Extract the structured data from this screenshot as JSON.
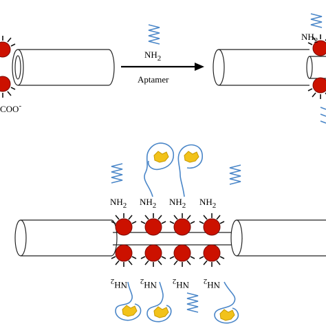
{
  "labels": {
    "cooh_top": "",
    "coo_bottom": "COO",
    "coo_charge": "-",
    "reagent_amine": "NH",
    "reagent_amine_sub": "2",
    "arrow_label": "Aptamer",
    "product_amine": "NH",
    "product_amine_sub": "2",
    "assembly_amines": [
      "NH",
      "NH",
      "NH",
      "NH"
    ],
    "assembly_amine_sub": "2",
    "assembly_amines_flipped": [
      "NH",
      "NH",
      "NH",
      "NH"
    ],
    "assembly_amine_flipped_sub": "2"
  },
  "colors": {
    "particle": "#cc1100",
    "particle_edge": "#7a0a00",
    "aptamer": "#4a86c8",
    "target_fill": "#f2c21a",
    "target_edge": "#c89a00",
    "spike": "#111111",
    "tube": "#222222"
  }
}
